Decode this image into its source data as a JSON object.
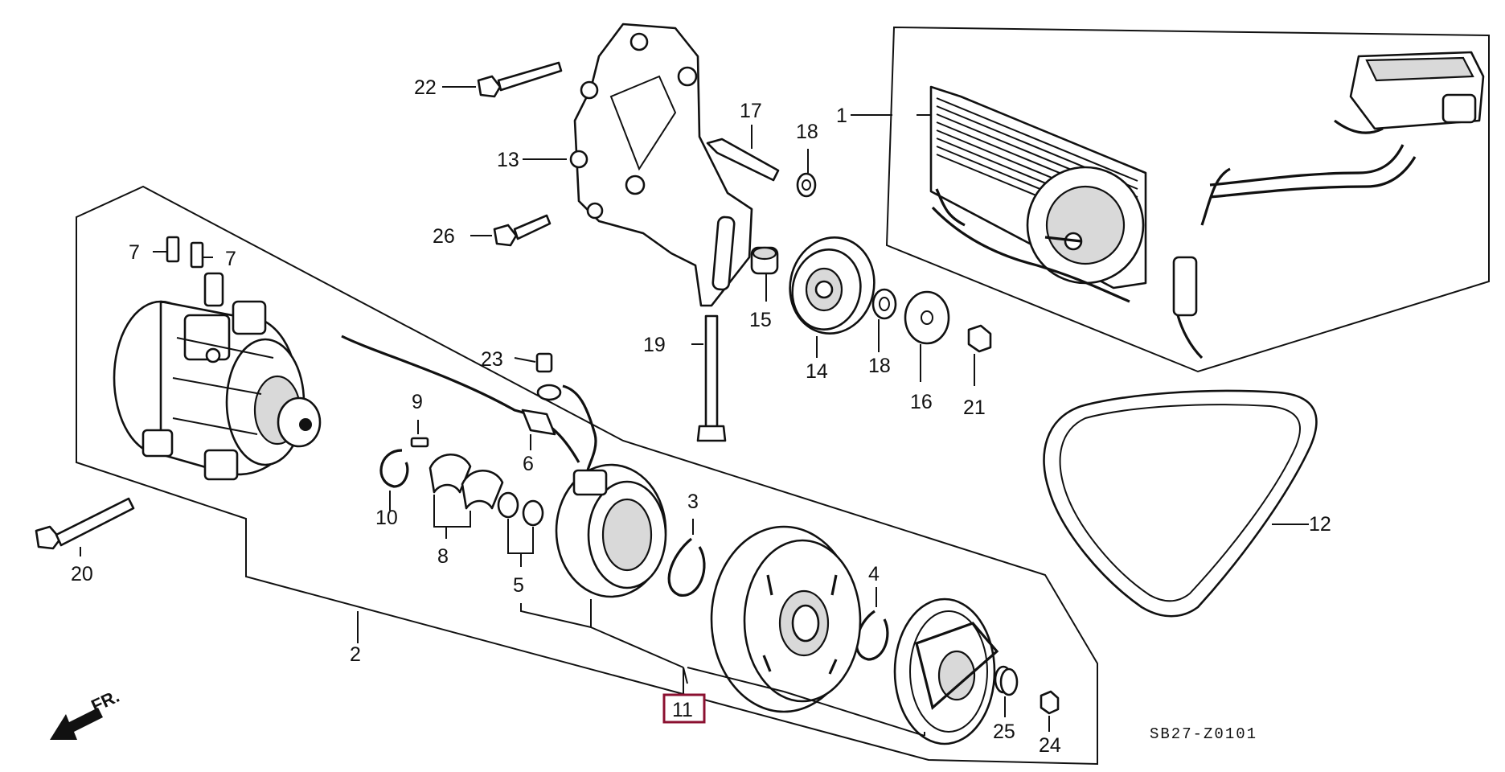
{
  "diagram": {
    "callouts": {
      "c1": "1",
      "c2": "2",
      "c3": "3",
      "c4": "4",
      "c5": "5",
      "c6": "6",
      "c7a": "7",
      "c7b": "7",
      "c8": "8",
      "c9": "9",
      "c10": "10",
      "c11": "11",
      "c12": "12",
      "c13": "13",
      "c14": "14",
      "c15": "15",
      "c16": "16",
      "c17": "17",
      "c18a": "18",
      "c18b": "18",
      "c19": "19",
      "c20": "20",
      "c21": "21",
      "c22": "22",
      "c23": "23",
      "c24": "24",
      "c25": "25",
      "c26": "26"
    },
    "highlighted_callout": "11",
    "highlight_color": "#8b1030",
    "direction_label": "FR.",
    "drawing_code": "SB27-Z0101",
    "parts_icons": [
      "condenser-assembly-icon",
      "compressor-icon",
      "compressor-bracket-icon",
      "idler-pulley-icon",
      "v-belt-icon",
      "magnetic-clutch-coil-icon",
      "clutch-pulley-icon",
      "armature-plate-icon",
      "bolt-icon",
      "nut-icon",
      "washer-icon",
      "snap-ring-icon",
      "arrow-front-icon"
    ]
  }
}
